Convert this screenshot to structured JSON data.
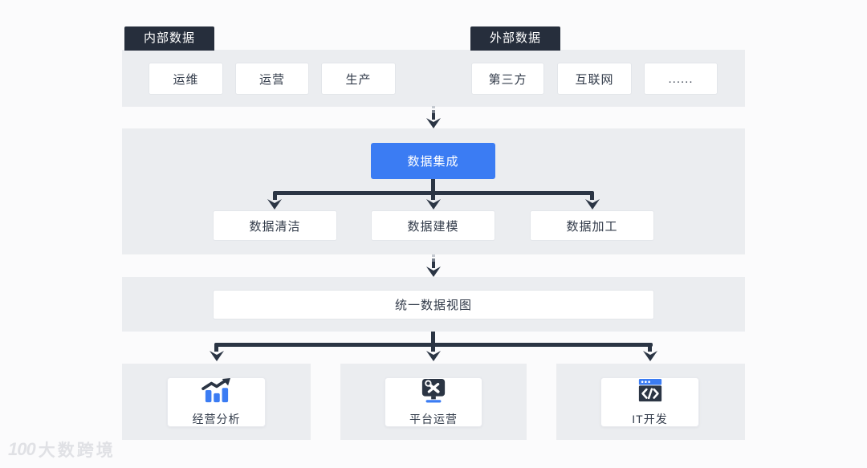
{
  "colors": {
    "accent_blue": "#3b7cf3",
    "dark_navy": "#262e3c",
    "arrow": "#2b3544",
    "band_gray": "#ebedf0"
  },
  "sources": {
    "internal": {
      "tag": "内部数据",
      "items": [
        "运维",
        "运营",
        "生产"
      ]
    },
    "external": {
      "tag": "外部数据",
      "items": [
        "第三方",
        "互联网",
        "......"
      ]
    }
  },
  "integration": {
    "label": "数据集成"
  },
  "processing": {
    "items": [
      "数据清洁",
      "数据建模",
      "数据加工"
    ]
  },
  "unified": {
    "label": "统一数据视图"
  },
  "applications": [
    {
      "label": "经营分析",
      "icon": "bar-chart-trend-icon"
    },
    {
      "label": "平台运营",
      "icon": "monitor-tools-icon"
    },
    {
      "label": "IT开发",
      "icon": "code-window-icon"
    }
  ],
  "watermark": {
    "logo": "100",
    "text": "大数跨境"
  }
}
